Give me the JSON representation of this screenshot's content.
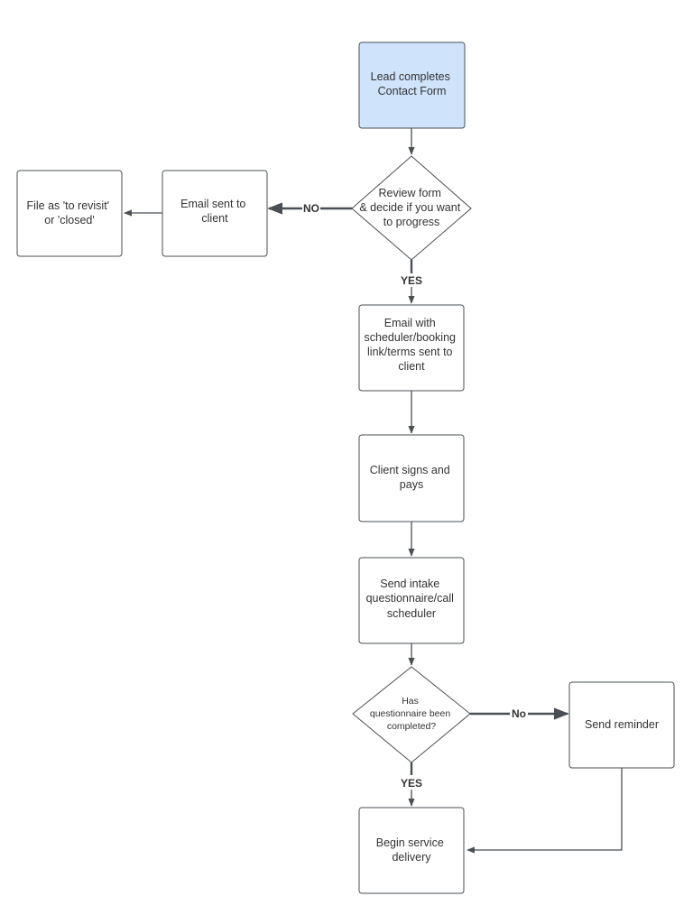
{
  "nodes": {
    "lead_completes": [
      "Lead completes",
      "Contact Form"
    ],
    "review_form": [
      "Review form",
      "& decide if you want",
      "to progress"
    ],
    "email_sent": [
      "Email sent to",
      "client"
    ],
    "file_as": [
      "File as 'to revisit'",
      "or 'closed'"
    ],
    "email_scheduler": [
      "Email with",
      "scheduler/booking",
      "link/terms sent to",
      "client"
    ],
    "client_signs": [
      "Client signs and",
      "pays"
    ],
    "send_intake": [
      "Send intake",
      "questionnaire/call",
      "scheduler"
    ],
    "has_questionnaire": [
      "Has",
      "questionnaire been",
      "completed?"
    ],
    "send_reminder": [
      "Send reminder"
    ],
    "begin_service": [
      "Begin service",
      "delivery"
    ]
  },
  "edge_labels": {
    "review_no": "NO",
    "review_yes": "YES",
    "questionnaire_no": "No",
    "questionnaire_yes": "YES"
  },
  "colors": {
    "start_fill": "#cfe3fb",
    "stroke": "#4a4f55",
    "text": "#333333"
  }
}
